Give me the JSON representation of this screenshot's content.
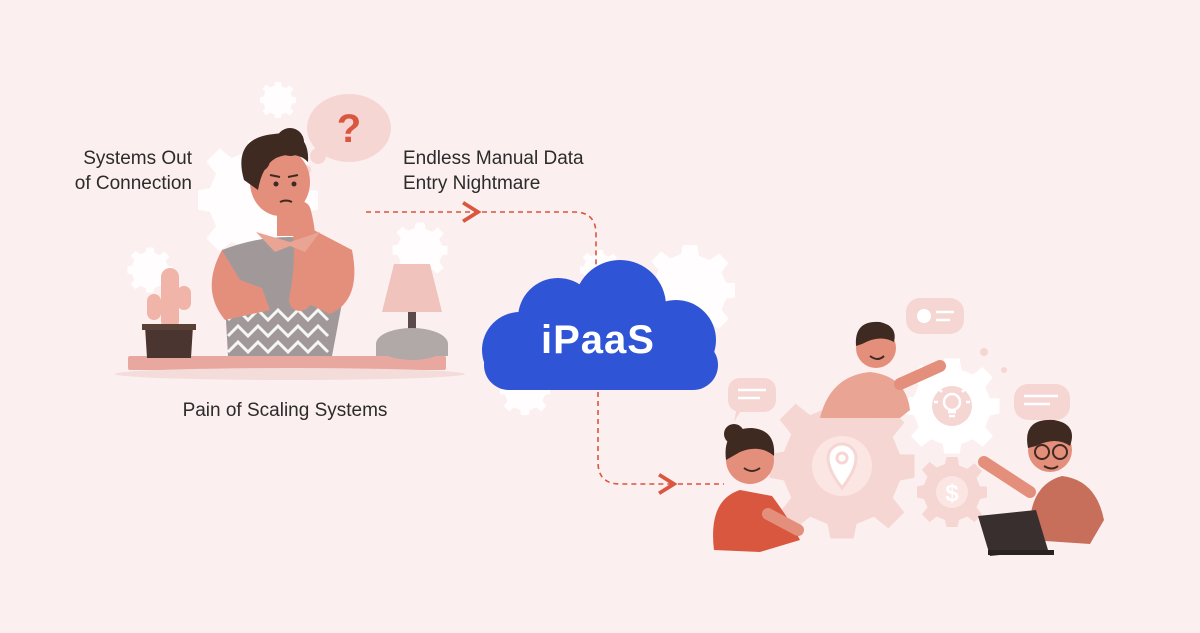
{
  "labels": {
    "systems_out_line1": "Systems Out",
    "systems_out_line2": "of Connection",
    "manual_entry_line1": "Endless Manual Data",
    "manual_entry_line2": "Entry Nightmare",
    "scaling_pain": "Pain of Scaling Systems"
  },
  "cloud": {
    "label": "iPaaS"
  },
  "colors": {
    "background": "#fcefef",
    "cloud_blue": "#2f54d6",
    "arrow_red": "#d9563f",
    "gear_light": "#f6d6d3",
    "skin": "#e48f7c",
    "dark_brown": "#3f2a22"
  },
  "icons": [
    "question-icon",
    "gear-icon",
    "location-pin-icon",
    "lightbulb-icon",
    "dollar-icon",
    "chat-bubble-icon",
    "laptop-icon",
    "lamp-icon",
    "cactus-icon"
  ]
}
